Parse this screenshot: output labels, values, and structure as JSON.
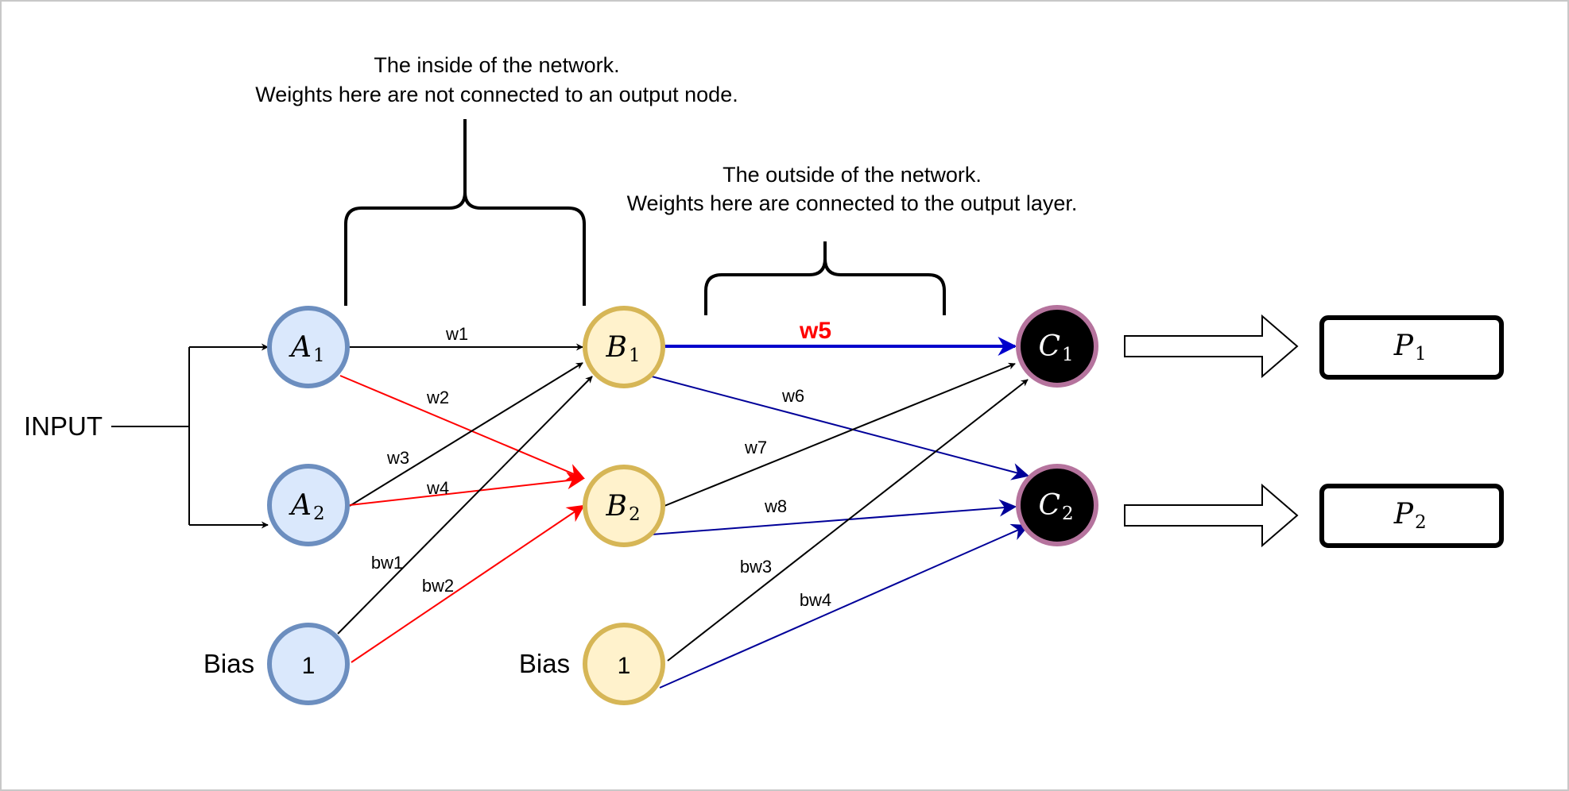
{
  "annotations": {
    "inside_line1": "The inside of the network.",
    "inside_line2": "Weights here are not connected to an output node.",
    "outside_line1": "The outside of the network.",
    "outside_line2": "Weights here are connected to the output layer."
  },
  "input_label": "INPUT",
  "bias_labels": [
    "Bias",
    "Bias"
  ],
  "nodes": {
    "a1": {
      "letter": "A",
      "sub": "1"
    },
    "a2": {
      "letter": "A",
      "sub": "2"
    },
    "bias1": {
      "value": "1"
    },
    "b1": {
      "letter": "B",
      "sub": "1"
    },
    "b2": {
      "letter": "B",
      "sub": "2"
    },
    "bias2": {
      "value": "1"
    },
    "c1": {
      "letter": "C",
      "sub": "1"
    },
    "c2": {
      "letter": "C",
      "sub": "2"
    },
    "p1": {
      "letter": "P",
      "sub": "1"
    },
    "p2": {
      "letter": "P",
      "sub": "2"
    }
  },
  "weights": {
    "w1": "w1",
    "w2": "w2",
    "w3": "w3",
    "w4": "w4",
    "w5": "w5",
    "w6": "w6",
    "w7": "w7",
    "w8": "w8",
    "bw1": "bw1",
    "bw2": "bw2",
    "bw3": "bw3",
    "bw4": "bw4"
  },
  "colors": {
    "layer_a_fill": "#dae8fc",
    "layer_a_stroke": "#6c8ebf",
    "layer_b_fill": "#fff2cc",
    "layer_b_stroke": "#d6b656",
    "layer_c_fill": "#000000",
    "layer_c_stroke": "#b5739d",
    "edge_black": "#000000",
    "edge_red": "#ff0000",
    "edge_blue": "#0000cc",
    "edge_navy": "#000099",
    "highlight_label": "#ff0000"
  }
}
